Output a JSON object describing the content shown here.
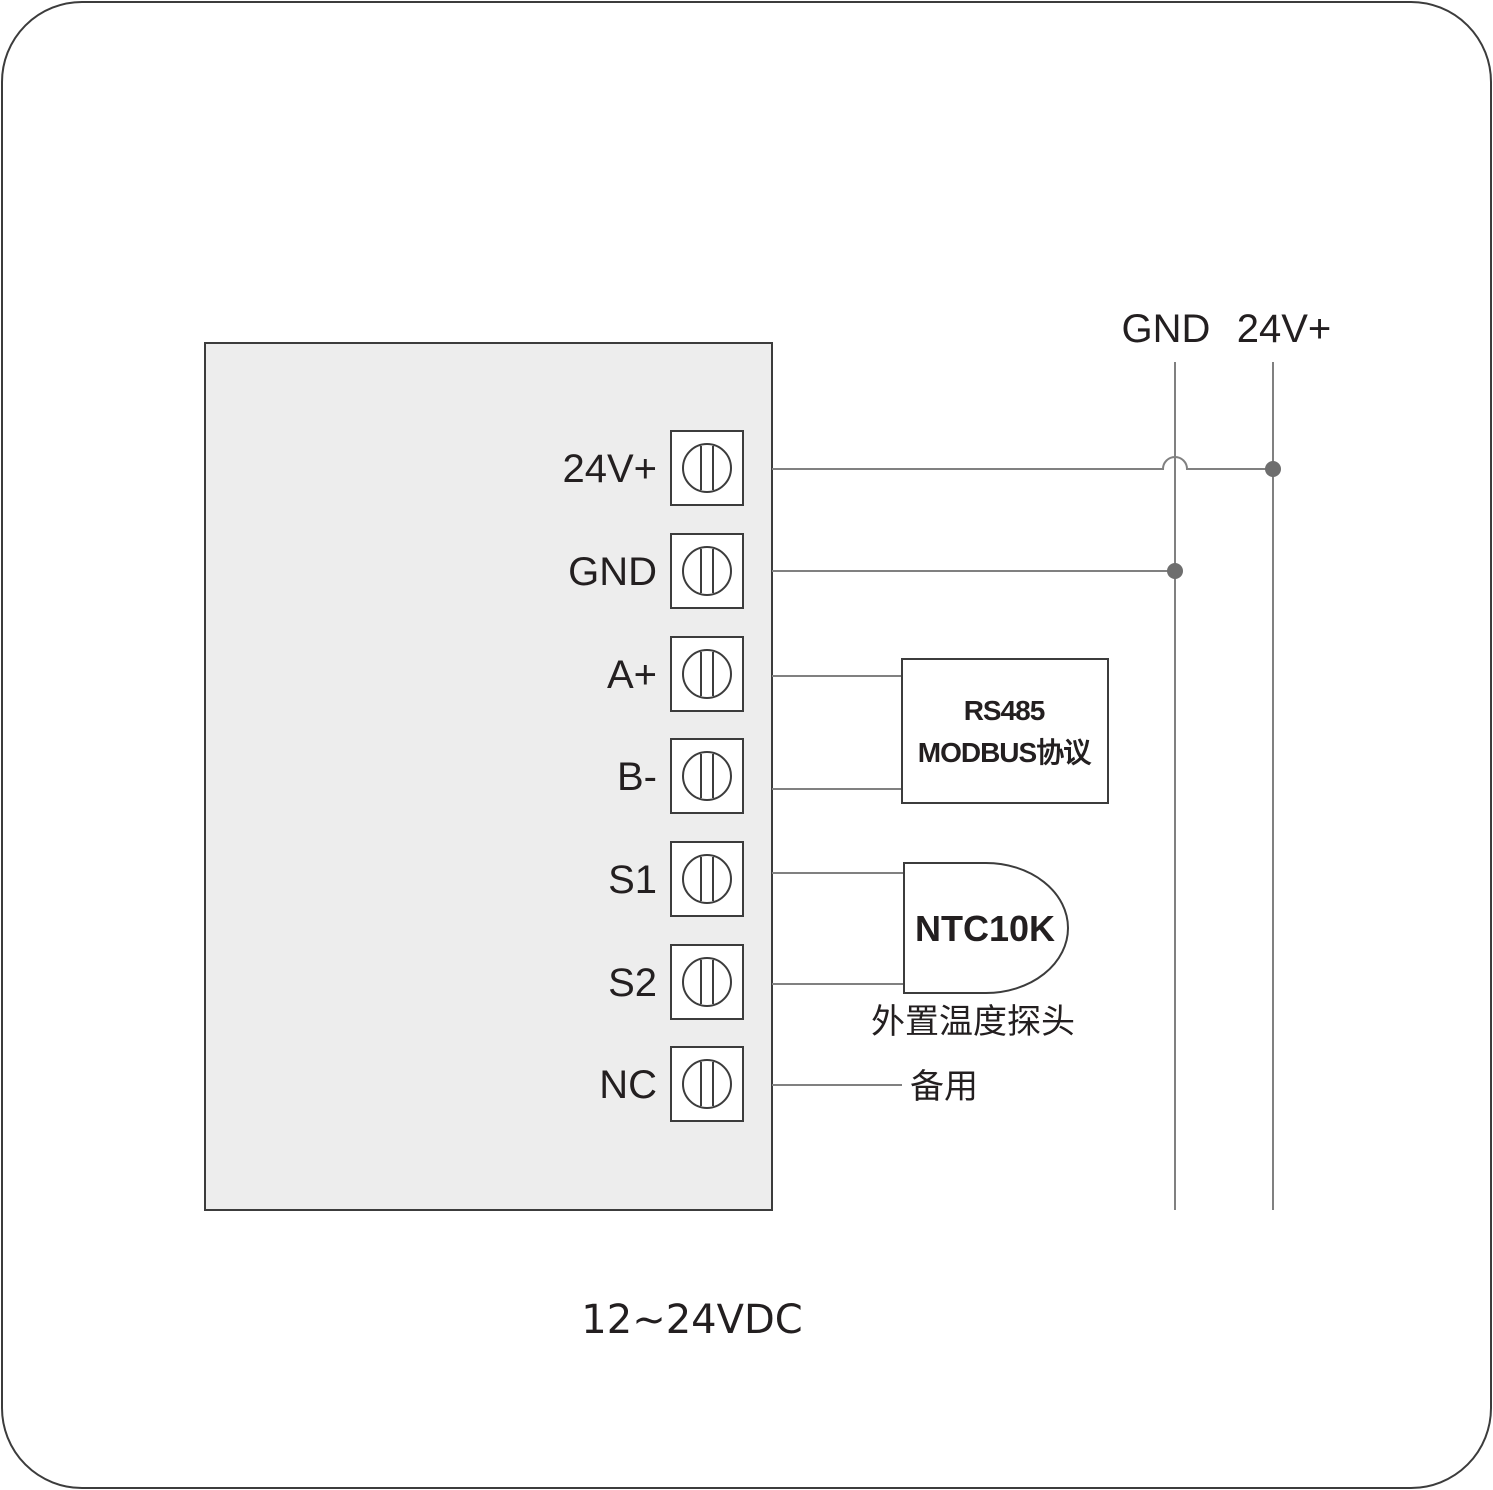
{
  "terminals": [
    "24V+",
    "GND",
    "A+",
    "B-",
    "S1",
    "S2",
    "NC"
  ],
  "bus": {
    "gnd_label": "GND",
    "v24_label": "24V+"
  },
  "rs485": {
    "line1": "RS485",
    "line2": "MODBUS协议"
  },
  "ntc": {
    "label": "NTC10K",
    "caption": "外置温度探头"
  },
  "spare": {
    "label": "备用"
  },
  "footer": {
    "supply": "12~24VDC"
  },
  "colors": {
    "line": "#808080",
    "stroke": "#3c3c3c",
    "device_fill": "#ededed",
    "dot": "#6e6e6e"
  }
}
